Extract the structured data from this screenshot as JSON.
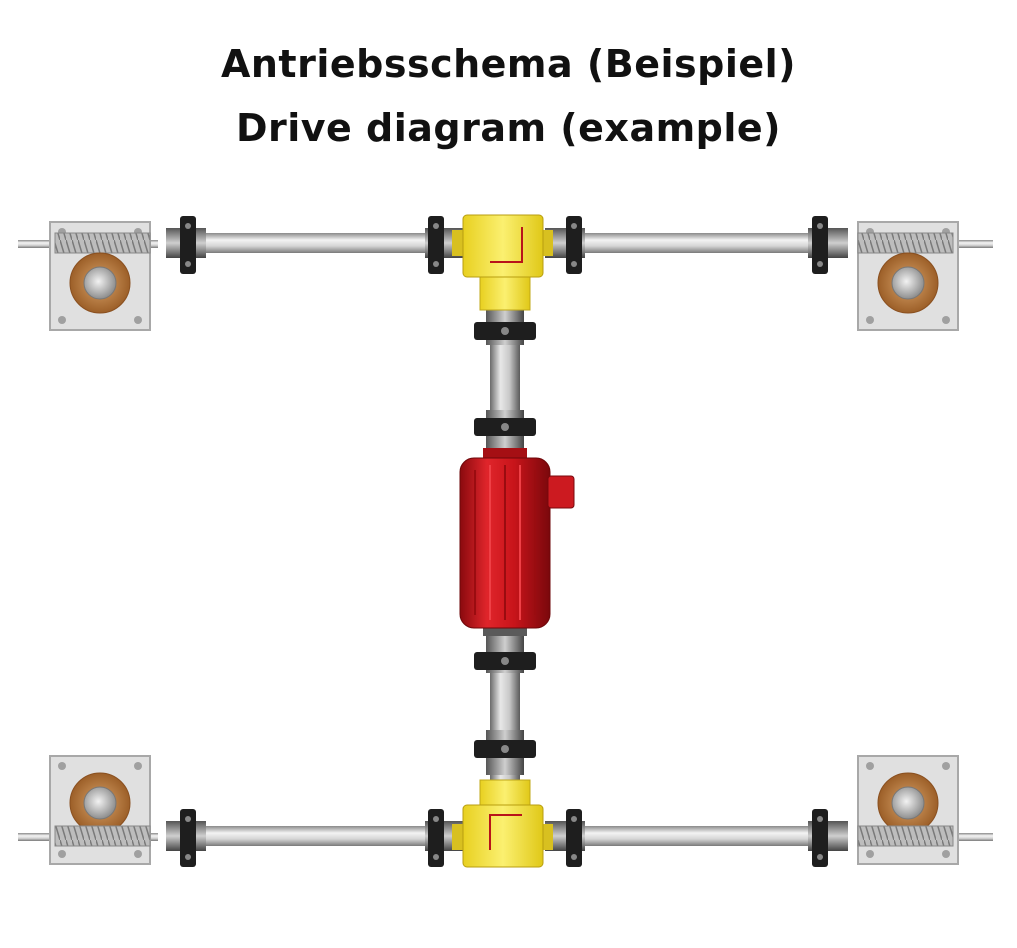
{
  "title": {
    "line1": "Antriebsschema (Beispiel)",
    "line2": "Drive diagram (example)"
  },
  "colors": {
    "background": "#ffffff",
    "motor": "#c8141a",
    "bevel_gearbox": "#f2e34a",
    "screw_jack_housing": "#dcdcdc",
    "bronze_nut": "#b8763a",
    "shaft": "#c8c8c8",
    "coupling": "#2a2a2a"
  },
  "components": {
    "motor": "electric-motor",
    "gearboxes": [
      "bevel-gearbox-top",
      "bevel-gearbox-bottom"
    ],
    "screw_jacks": [
      "screw-jack-top-left",
      "screw-jack-top-right",
      "screw-jack-bottom-left",
      "screw-jack-bottom-right"
    ],
    "shafts": [
      "shaft-top-left",
      "shaft-top-right",
      "shaft-bottom-left",
      "shaft-bottom-right",
      "shaft-vertical-upper",
      "shaft-vertical-lower"
    ]
  }
}
